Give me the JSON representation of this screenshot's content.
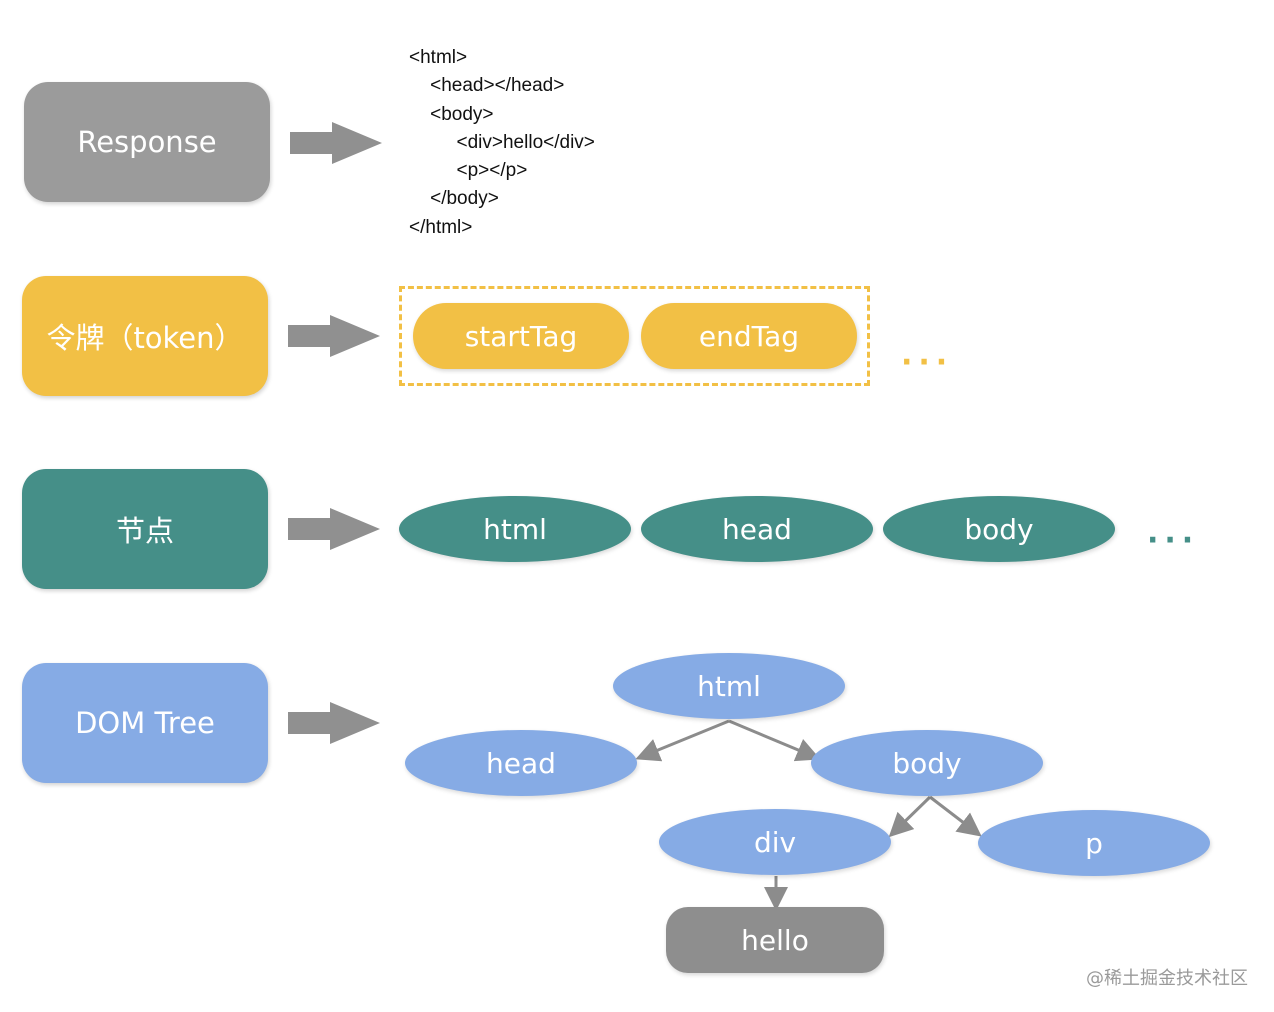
{
  "stages": {
    "response": "Response",
    "token": "令牌（token）",
    "node": "节点",
    "dom": "DOM Tree"
  },
  "html_code": [
    "<html>",
    "    <head></head>",
    "    <body>",
    "         <div>hello</div>",
    "         <p></p>",
    "    </body>",
    "</html>"
  ],
  "tokens": [
    "startTag",
    "endTag"
  ],
  "nodes": [
    "html",
    "head",
    "body"
  ],
  "ellipsis": "···",
  "tree": {
    "html": "html",
    "head": "head",
    "body": "body",
    "div": "div",
    "p": "p",
    "hello": "hello"
  },
  "watermark": "@稀土掘金技术社区",
  "colors": {
    "response": "#9b9b9b",
    "token": "#f2c045",
    "node": "#458f88",
    "dom": "#86abe5",
    "arrow": "#909090",
    "tree_line": "#8c8c8c"
  }
}
